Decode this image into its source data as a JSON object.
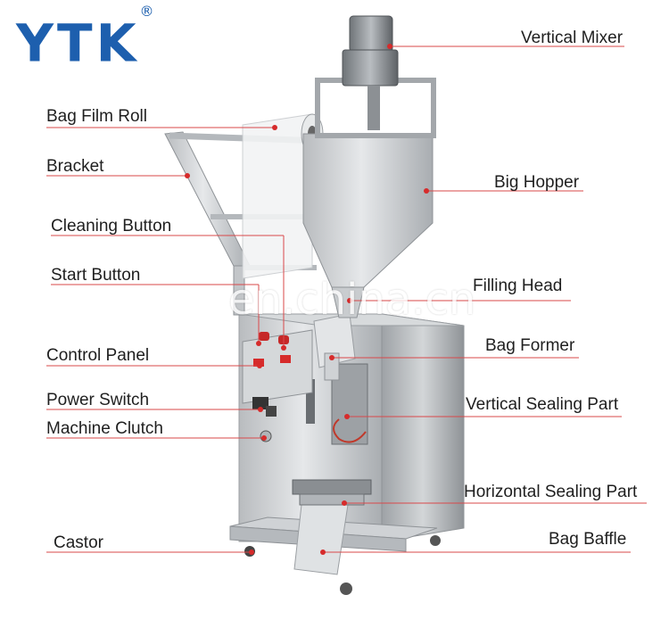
{
  "brand": {
    "name": "YTK",
    "mark": "®"
  },
  "watermark": "en.china.cn",
  "labels": {
    "vertical_mixer": "Vertical Mixer",
    "bag_film_roll": "Bag Film Roll",
    "bracket": "Bracket",
    "big_hopper": "Big Hopper",
    "cleaning_button": "Cleaning Button",
    "start_button": "Start Button",
    "filling_head": "Filling Head",
    "control_panel": "Control Panel",
    "bag_former": "Bag Former",
    "power_switch": "Power Switch",
    "vertical_sealing_part": "Vertical Sealing Part",
    "machine_clutch": "Machine Clutch",
    "horizontal_sealing_part": "Horizontal Sealing Part",
    "castor": "Castor",
    "bag_baffle": "Bag Baffle"
  },
  "colors": {
    "leader_line": "#d9484a",
    "dot": "#d62b2b",
    "brand": "#1d5fae",
    "steel": "#c9cccf"
  }
}
